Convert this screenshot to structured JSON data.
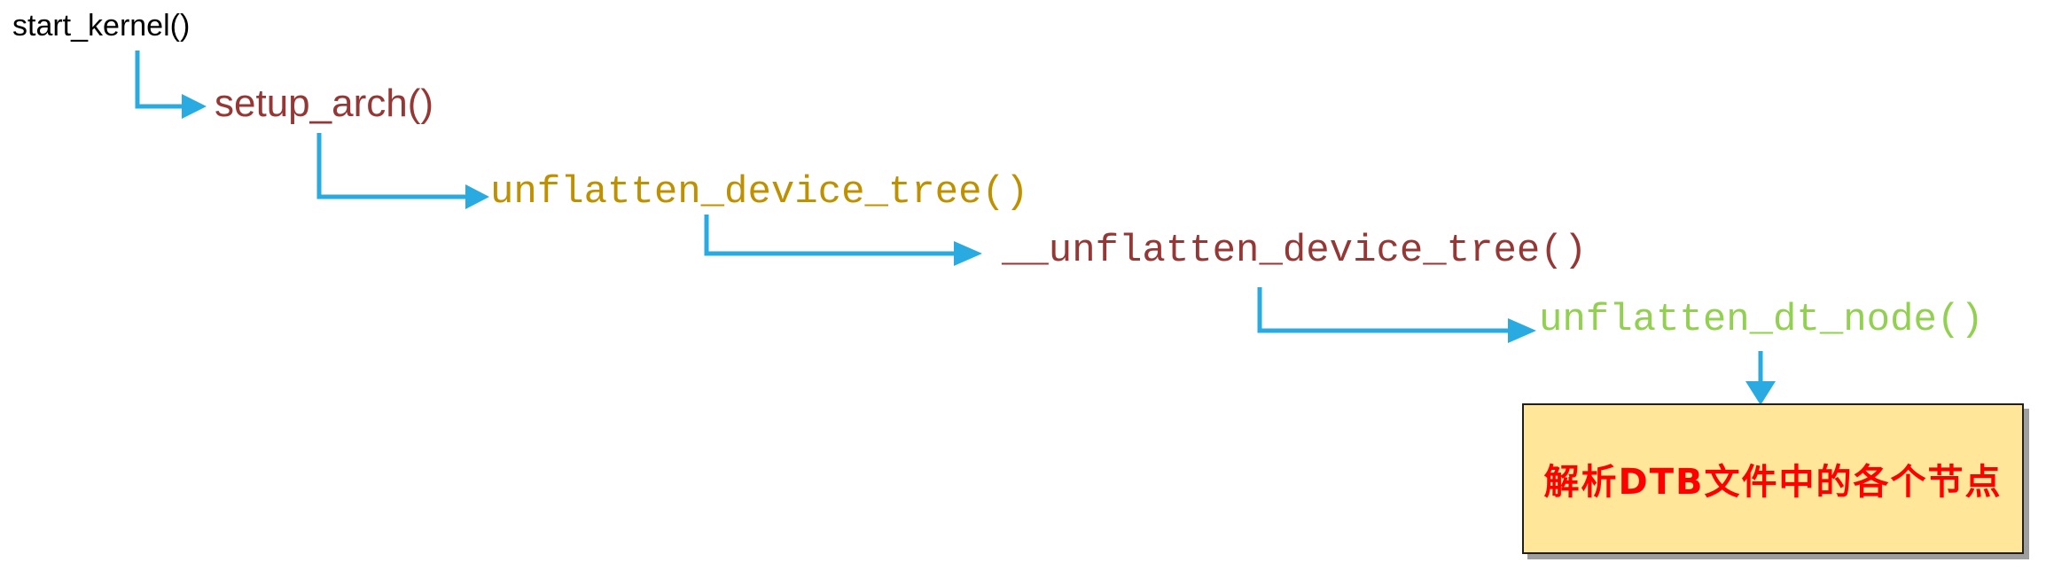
{
  "diagram": {
    "nodes": {
      "start_kernel": {
        "label": "start_kernel()",
        "color": "#000000"
      },
      "setup_arch": {
        "label": "setup_arch()",
        "color": "#953735"
      },
      "unflatten_device_tree": {
        "label": "unflatten_device_tree()",
        "color": "#BF9000"
      },
      "unflatten_device_tree_internal": {
        "label": "__unflatten_device_tree()",
        "color": "#953735"
      },
      "unflatten_dt_node": {
        "label": "unflatten_dt_node()",
        "color": "#92D050"
      }
    },
    "arrows": {
      "color": "#29ABE2",
      "list": [
        {
          "from": "start_kernel",
          "to": "setup_arch"
        },
        {
          "from": "setup_arch",
          "to": "unflatten_device_tree"
        },
        {
          "from": "unflatten_device_tree",
          "to": "unflatten_device_tree_internal"
        },
        {
          "from": "unflatten_device_tree_internal",
          "to": "unflatten_dt_node"
        },
        {
          "from": "unflatten_dt_node",
          "to": "note_box"
        }
      ]
    },
    "note_box": {
      "text": "解析DTB文件中的各个节点",
      "text_color": "#FF0000",
      "fill_color": "#FFE699",
      "border_color": "#1F1F1F",
      "shadow_color": "#9E9E9E"
    }
  }
}
